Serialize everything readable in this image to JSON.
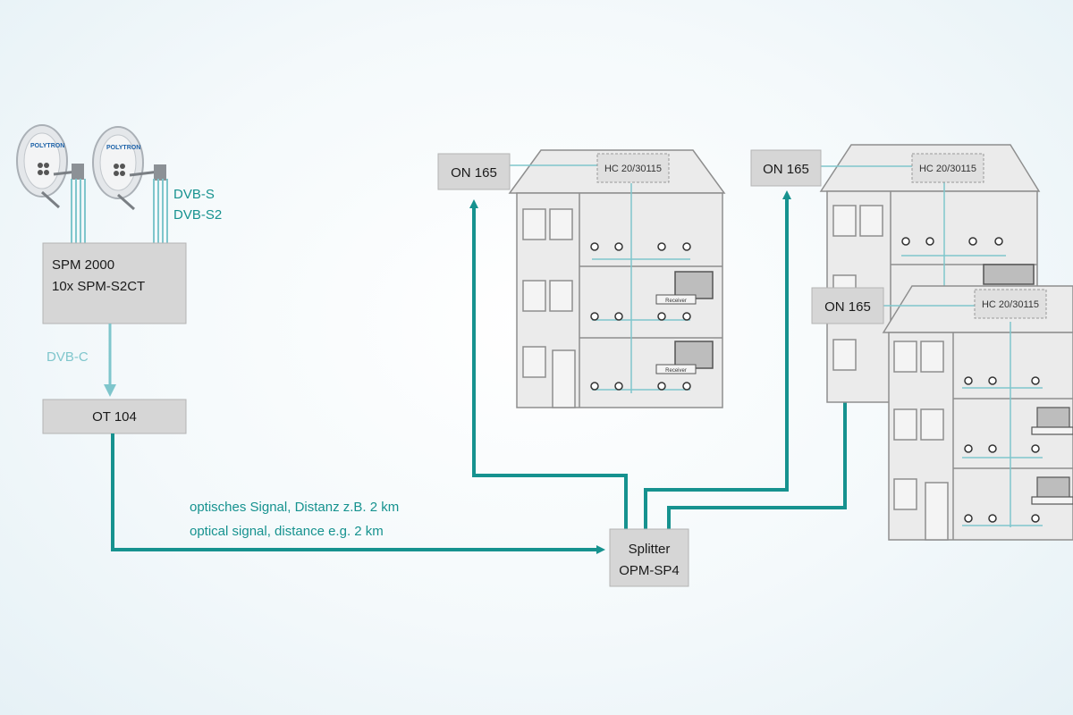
{
  "colors": {
    "signal": "#16928f",
    "signal_light": "#7fc6cc",
    "box_fill": "#d6d6d6",
    "box_stroke": "#9a9a9a",
    "building_fill": "#e9e9e9",
    "building_stroke": "#8e8e8e",
    "text": "#1a1a1a"
  },
  "satellite": {
    "signal_labels": [
      "DVB-S",
      "DVB-S2"
    ],
    "dish_brand": "POLYTRON"
  },
  "headend": {
    "line1": "SPM 2000",
    "line2": "10x SPM-S2CT"
  },
  "dvbc_label": "DVB-C",
  "transmitter": {
    "label": "OT 104"
  },
  "fiber_caption": {
    "de": "optisches Signal, Distanz z.B. 2 km",
    "en": "optical signal, distance e.g. 2 km"
  },
  "splitter": {
    "line1": "Splitter",
    "line2": "OPM-SP4"
  },
  "receivers": [
    {
      "label": "ON 165"
    },
    {
      "label": "ON 165"
    },
    {
      "label": "ON 165"
    }
  ],
  "house_controller": {
    "label": "HC 20/30115"
  },
  "room_device": {
    "label": "Receiver"
  }
}
